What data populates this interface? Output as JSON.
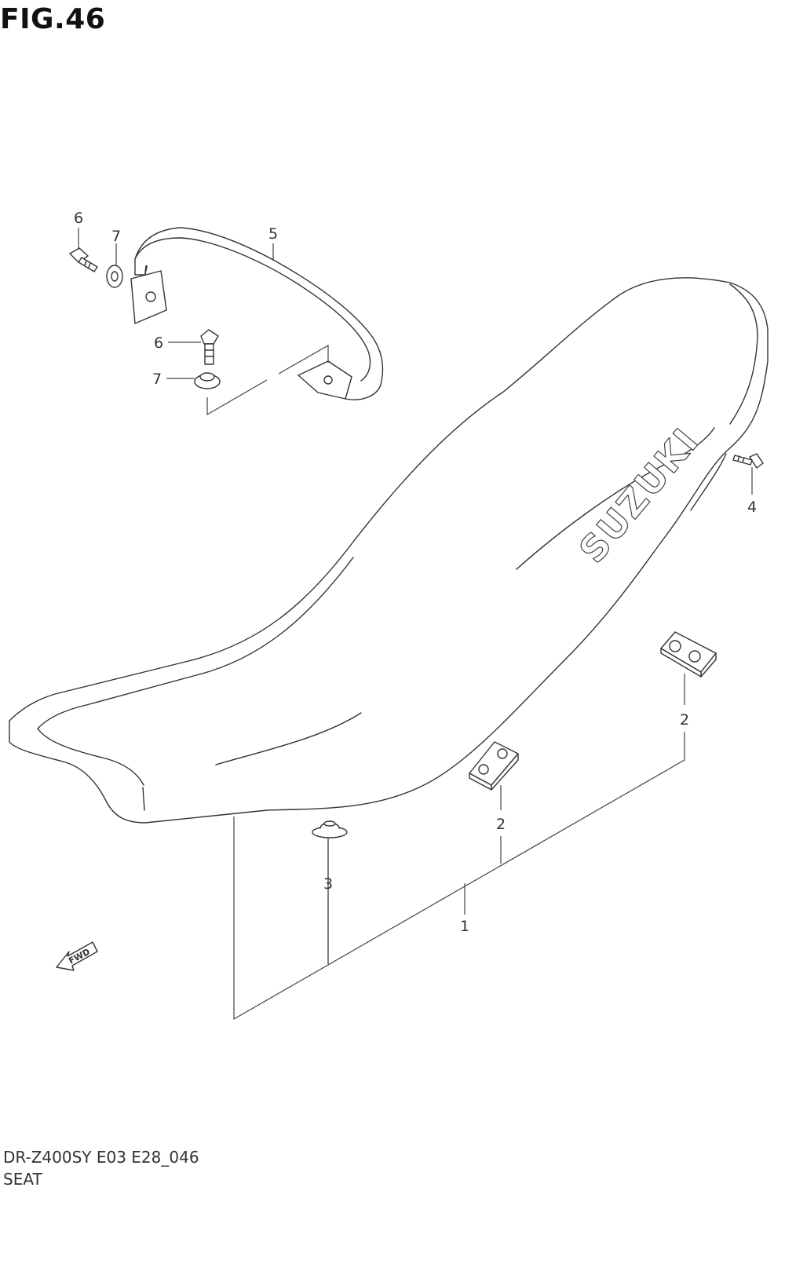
{
  "figure": {
    "title": "FIG.46"
  },
  "footer": {
    "model_code": "DR-Z400SY E03 E28_046",
    "caption": "SEAT"
  },
  "brand_text": "SUZUKI",
  "fwd_label": "FWD",
  "callouts": [
    {
      "id": "c1",
      "label": "1"
    },
    {
      "id": "c2a",
      "label": "2"
    },
    {
      "id": "c2b",
      "label": "2"
    },
    {
      "id": "c3",
      "label": "3"
    },
    {
      "id": "c4",
      "label": "4"
    },
    {
      "id": "c5",
      "label": "5"
    },
    {
      "id": "c6a",
      "label": "6"
    },
    {
      "id": "c6b",
      "label": "6"
    },
    {
      "id": "c7a",
      "label": "7"
    },
    {
      "id": "c7b",
      "label": "7"
    }
  ],
  "colors": {
    "line": "#333333",
    "fill": "#ffffff"
  }
}
